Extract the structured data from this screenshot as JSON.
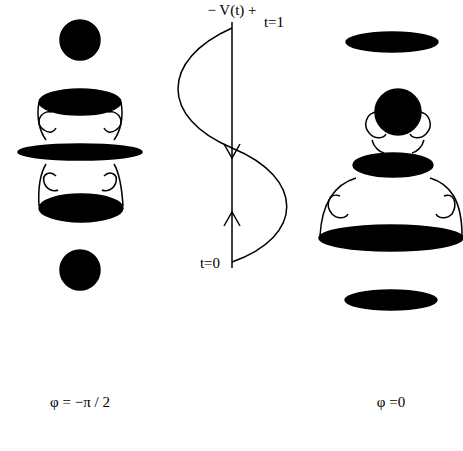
{
  "diagram": {
    "labels": [
      "− V(t) +",
      "t=1",
      "t=0",
      "φ = −π / 2",
      "φ =0"
    ]
  }
}
